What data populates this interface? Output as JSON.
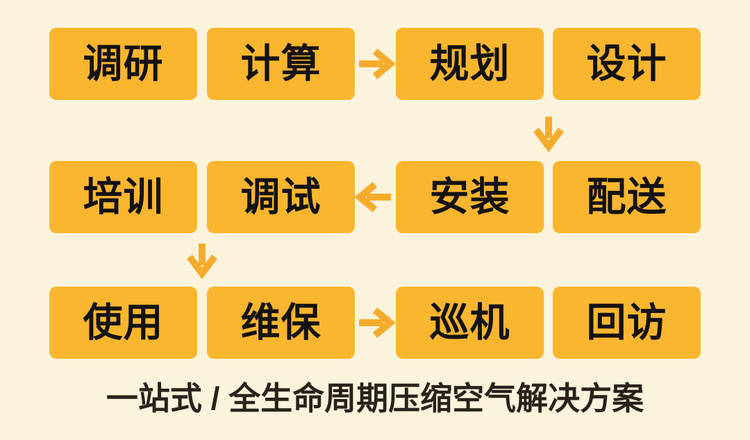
{
  "colors": {
    "background": "#FCF3DC",
    "box_fill": "#FBB62F",
    "arrow": "#F5AC2C",
    "box_text": "#141210",
    "caption_text": "#27231B"
  },
  "flow": {
    "rows": [
      {
        "boxes": [
          {
            "label": "调研"
          },
          {
            "label": "计算"
          },
          {
            "label": "规划"
          },
          {
            "label": "设计"
          }
        ]
      },
      {
        "boxes": [
          {
            "label": "培训"
          },
          {
            "label": "调试"
          },
          {
            "label": "安装"
          },
          {
            "label": "配送"
          }
        ]
      },
      {
        "boxes": [
          {
            "label": "使用"
          },
          {
            "label": "维保"
          },
          {
            "label": "巡机"
          },
          {
            "label": "回访"
          }
        ]
      }
    ],
    "arrows": [
      {
        "id": "row1-mid",
        "direction": "right",
        "glyph": "→"
      },
      {
        "id": "row1-to-row2",
        "direction": "down",
        "glyph": "↓"
      },
      {
        "id": "row2-mid",
        "direction": "left",
        "glyph": "←"
      },
      {
        "id": "row2-to-row3",
        "direction": "down",
        "glyph": "↓"
      },
      {
        "id": "row3-mid",
        "direction": "right",
        "glyph": "→"
      }
    ]
  },
  "caption": {
    "text": "一站式 / 全生命周期压缩空气解决方案"
  }
}
